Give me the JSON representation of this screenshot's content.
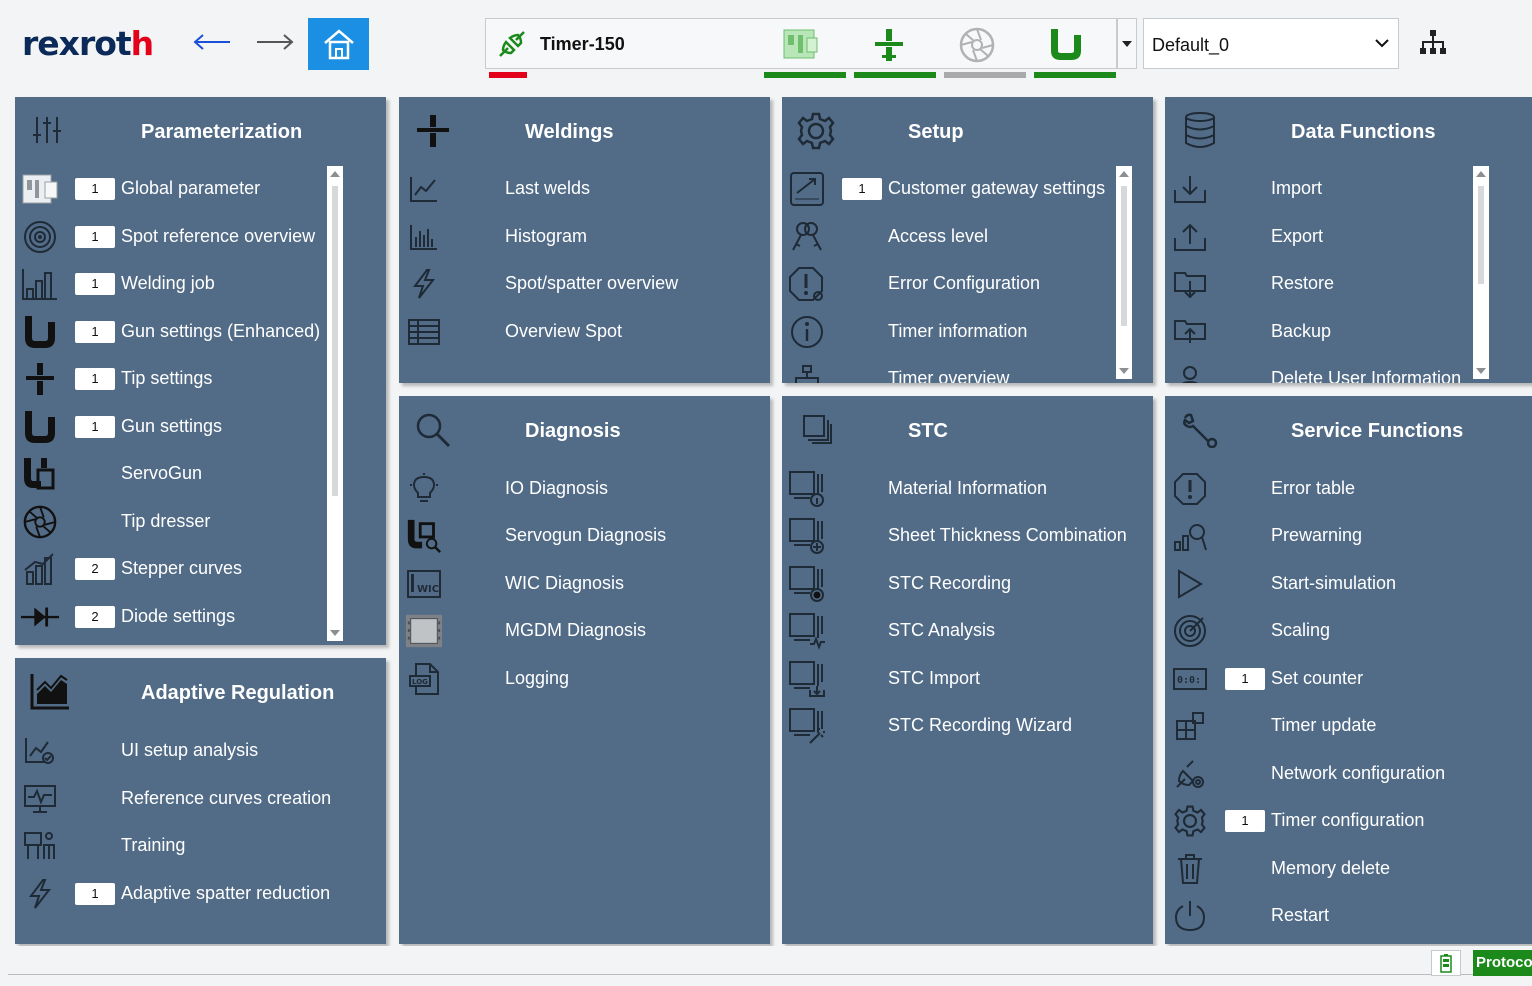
{
  "header": {
    "logo_main": "rexrot",
    "logo_accent": "h",
    "timer_name": "Timer-150",
    "profile_value": "Default_0",
    "status_colors": [
      "#e2001a",
      "#1b8a1b",
      "#1b8a1b",
      "#a7a9ab",
      "#1b8a1b"
    ]
  },
  "panels": {
    "parameterization": {
      "title": "Parameterization",
      "items": [
        {
          "label": "Global parameter",
          "badge": "1",
          "icon": "controller-icon"
        },
        {
          "label": "Spot reference overview",
          "badge": "1",
          "icon": "target-icon"
        },
        {
          "label": "Welding job",
          "badge": "1",
          "icon": "bar-chart-icon"
        },
        {
          "label": "Gun settings (Enhanced)",
          "badge": "1",
          "icon": "gun-icon"
        },
        {
          "label": "Tip settings",
          "badge": "1",
          "icon": "tip-icon"
        },
        {
          "label": "Gun settings",
          "badge": "1",
          "icon": "gun-icon"
        },
        {
          "label": "ServoGun",
          "badge": "",
          "icon": "servogun-icon"
        },
        {
          "label": "Tip dresser",
          "badge": "",
          "icon": "tip-dresser-icon"
        },
        {
          "label": "Stepper curves",
          "badge": "2",
          "icon": "stepper-icon"
        },
        {
          "label": "Diode settings",
          "badge": "2",
          "icon": "diode-icon"
        }
      ]
    },
    "weldings": {
      "title": "Weldings",
      "items": [
        {
          "label": "Last welds",
          "badge": "",
          "icon": "line-chart-icon"
        },
        {
          "label": "Histogram",
          "badge": "",
          "icon": "histogram-icon"
        },
        {
          "label": "Spot/spatter overview",
          "badge": "",
          "icon": "lightning-icon"
        },
        {
          "label": "Overview Spot",
          "badge": "",
          "icon": "table-icon"
        }
      ]
    },
    "setup": {
      "title": "Setup",
      "items": [
        {
          "label": "Customer gateway settings",
          "badge": "1",
          "icon": "gateway-icon"
        },
        {
          "label": "Access level",
          "badge": "",
          "icon": "keys-icon"
        },
        {
          "label": "Error Configuration",
          "badge": "",
          "icon": "error-config-icon"
        },
        {
          "label": "Timer information",
          "badge": "",
          "icon": "info-icon"
        },
        {
          "label": "Timer overview",
          "badge": "",
          "icon": "network-icon"
        }
      ]
    },
    "data_functions": {
      "title": "Data Functions",
      "items": [
        {
          "label": "Import",
          "badge": "",
          "icon": "import-icon"
        },
        {
          "label": "Export",
          "badge": "",
          "icon": "export-icon"
        },
        {
          "label": "Restore",
          "badge": "",
          "icon": "restore-icon"
        },
        {
          "label": "Backup",
          "badge": "",
          "icon": "backup-icon"
        },
        {
          "label": "Delete User Information",
          "badge": "",
          "icon": "user-icon"
        }
      ]
    },
    "adaptive": {
      "title": "Adaptive Regulation",
      "items": [
        {
          "label": "UI setup analysis",
          "badge": "",
          "icon": "analysis-icon"
        },
        {
          "label": "Reference curves creation",
          "badge": "",
          "icon": "monitor-curve-icon"
        },
        {
          "label": "Training",
          "badge": "",
          "icon": "training-icon"
        },
        {
          "label": "Adaptive spatter reduction",
          "badge": "1",
          "icon": "lightning-icon"
        }
      ]
    },
    "diagnosis": {
      "title": "Diagnosis",
      "items": [
        {
          "label": "IO Diagnosis",
          "badge": "",
          "icon": "bulb-icon"
        },
        {
          "label": "Servogun Diagnosis",
          "badge": "",
          "icon": "servogun-search-icon"
        },
        {
          "label": "WIC Diagnosis",
          "badge": "",
          "icon": "wic-icon"
        },
        {
          "label": "MGDM Diagnosis",
          "badge": "",
          "icon": "chip-icon"
        },
        {
          "label": "Logging",
          "badge": "",
          "icon": "log-icon"
        }
      ]
    },
    "stc": {
      "title": "STC",
      "items": [
        {
          "label": "Material Information",
          "badge": "",
          "icon": "stc-info-icon"
        },
        {
          "label": "Sheet Thickness Combination",
          "badge": "",
          "icon": "stc-plus-icon"
        },
        {
          "label": "STC Recording",
          "badge": "",
          "icon": "stc-record-icon"
        },
        {
          "label": "STC Analysis",
          "badge": "",
          "icon": "stc-analysis-icon"
        },
        {
          "label": "STC Import",
          "badge": "",
          "icon": "stc-import-icon"
        },
        {
          "label": "STC Recording Wizard",
          "badge": "",
          "icon": "stc-wizard-icon"
        }
      ]
    },
    "service": {
      "title": "Service Functions",
      "items": [
        {
          "label": "Error table",
          "badge": "",
          "icon": "error-icon"
        },
        {
          "label": "Prewarning",
          "badge": "",
          "icon": "prewarning-icon"
        },
        {
          "label": "Start-simulation",
          "badge": "",
          "icon": "play-icon"
        },
        {
          "label": "Scaling",
          "badge": "",
          "icon": "scaling-icon"
        },
        {
          "label": "Set counter",
          "badge": "1",
          "icon": "counter-icon"
        },
        {
          "label": "Timer update",
          "badge": "",
          "icon": "update-icon"
        },
        {
          "label": "Network configuration",
          "badge": "",
          "icon": "network-config-icon"
        },
        {
          "label": "Timer configuration",
          "badge": "1",
          "icon": "gear-icon"
        },
        {
          "label": "Memory delete",
          "badge": "",
          "icon": "trash-icon"
        },
        {
          "label": "Restart",
          "badge": "",
          "icon": "power-icon"
        }
      ]
    }
  },
  "footer": {
    "protocol_label": "Protocol"
  }
}
